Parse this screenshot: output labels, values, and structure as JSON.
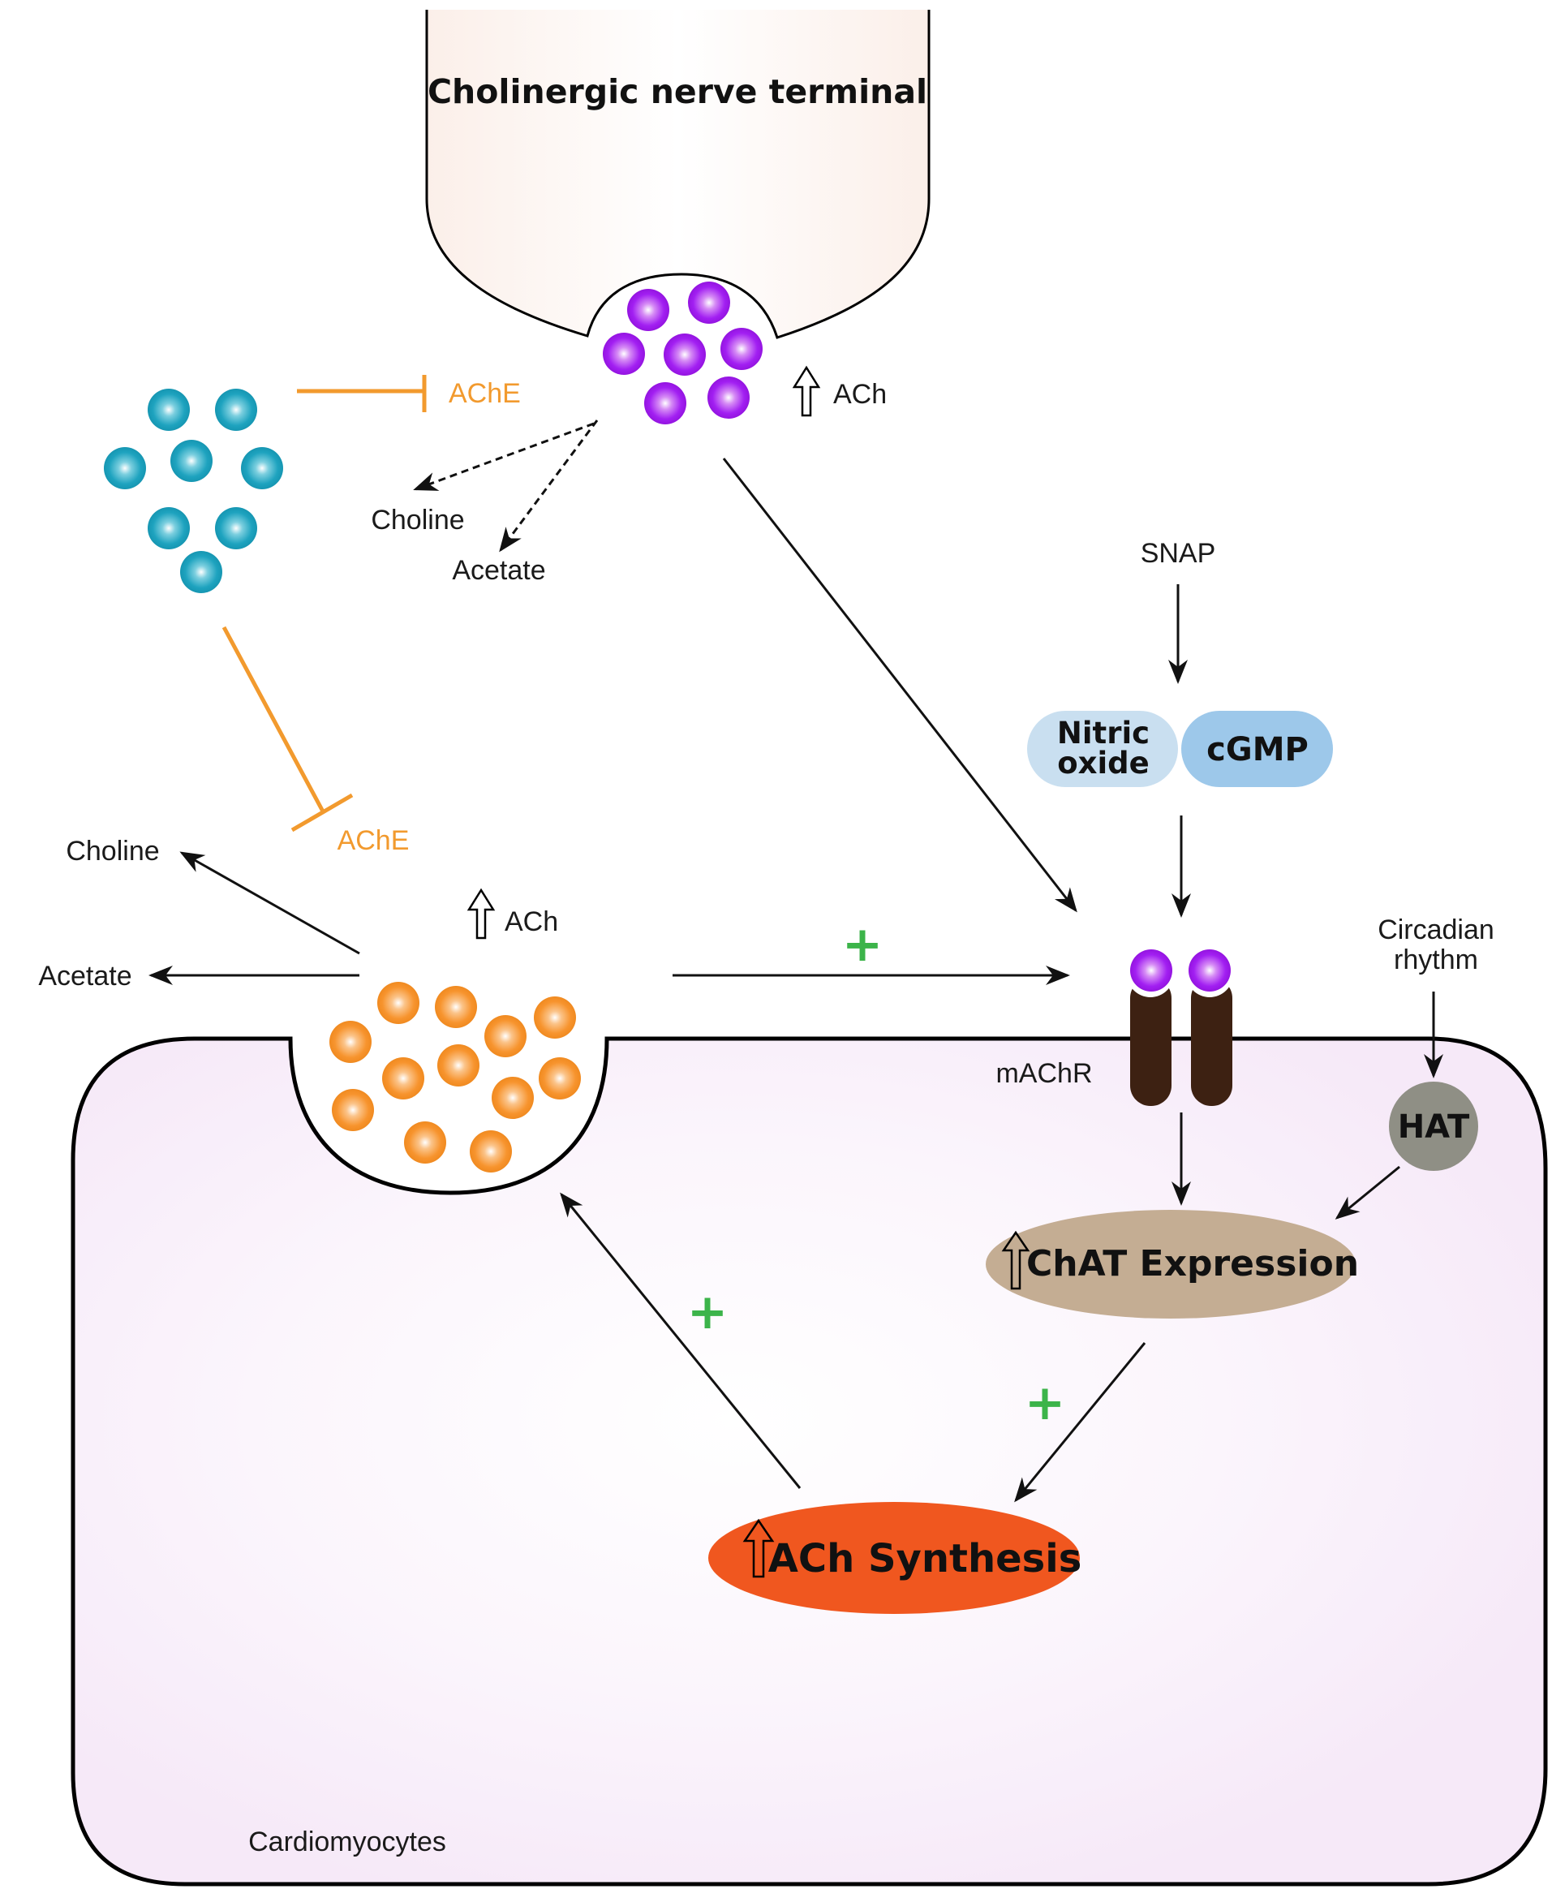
{
  "title": "Cholinergic nerve terminal",
  "nerve_terminal": {
    "label": "Cholinergic nerve terminal",
    "vesicle_count": 7,
    "ach_label": "ACh",
    "ach_direction": "up"
  },
  "ache_inhibitor_1": {
    "label": "AChE",
    "products": [
      "Choline",
      "Acetate"
    ]
  },
  "ache_inhibitor_2": {
    "label": "AChE"
  },
  "inhibitor_cluster": {
    "vesicle_count": 8
  },
  "snap": {
    "label": "SNAP"
  },
  "nitric_oxide": {
    "line1": "Nitric",
    "line2": "oxide"
  },
  "cgmp": {
    "label": "cGMP"
  },
  "cardiomyocyte_release": {
    "ach_label": "ACh",
    "products": [
      "Choline",
      "Acetate"
    ],
    "vesicle_count": 12,
    "plus": "+"
  },
  "receptor": {
    "label": "mAChR"
  },
  "circadian": {
    "line1": "Circadian",
    "line2": "rhythm"
  },
  "hat": {
    "label": "HAT"
  },
  "chat_expression": {
    "label": "ChAT Expression"
  },
  "ach_synthesis": {
    "label": "ACh Synthesis"
  },
  "plus_signs": [
    "+",
    "+",
    "+"
  ],
  "cell": {
    "label": "Cardiomyocytes"
  },
  "colors": {
    "purple_vesicle": "#a020f0",
    "teal_vesicle": "#1aa2bf",
    "orange_vesicle": "#f7922a",
    "ache": "#f29a2e",
    "plus": "#3cb44a",
    "nitric_oxide": "#c9dff0",
    "cgmp": "#9dc8ea",
    "receptor": "#3d2112",
    "hat": "#8f8f85",
    "chat": "#c4ad93",
    "synthesis": "#f0571f",
    "terminal_fill": "#fdf4ef",
    "cell_fill": "#f9eefb"
  }
}
